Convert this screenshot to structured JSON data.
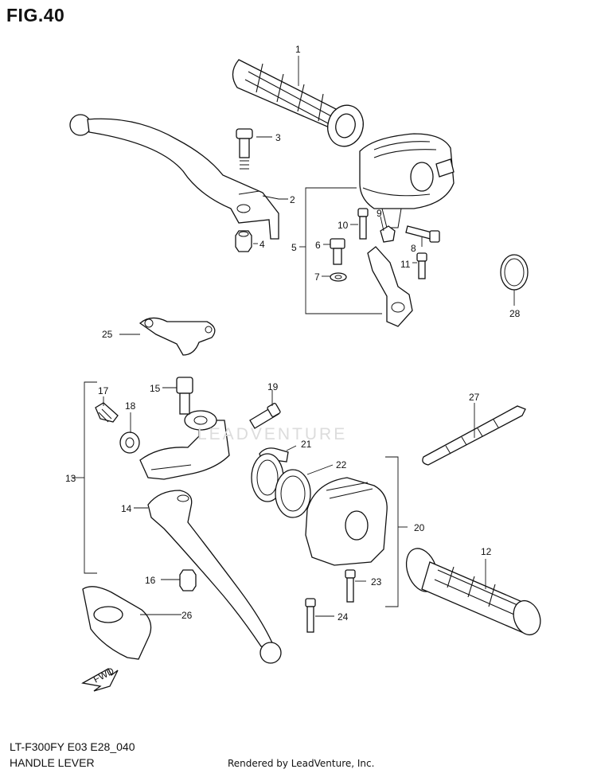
{
  "header": {
    "figure_label": "FIG.40"
  },
  "footer": {
    "model_code": "LT-F300FY E03 E28_040",
    "section_name": "HANDLE LEVER",
    "rendered_by": "Rendered by LeadVenture, Inc."
  },
  "watermark": {
    "text": "LEADVENTURE"
  },
  "direction_arrow": {
    "text": "FWD"
  },
  "callouts": [
    "1",
    "2",
    "3",
    "4",
    "5",
    "6",
    "7",
    "8",
    "9",
    "10",
    "11",
    "12",
    "13",
    "14",
    "15",
    "16",
    "17",
    "18",
    "19",
    "20",
    "21",
    "22",
    "23",
    "24",
    "25",
    "26",
    "27",
    "28"
  ]
}
